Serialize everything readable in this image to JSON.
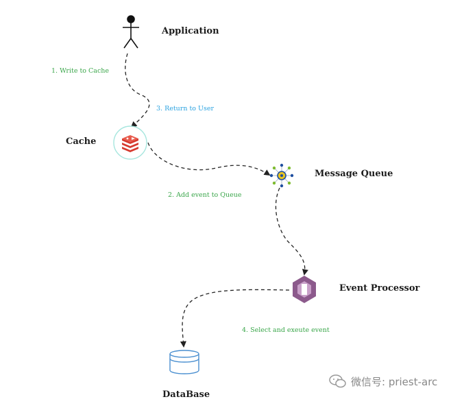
{
  "nodes": {
    "application": "Application",
    "cache": "Cache",
    "message_queue": "Message Queue",
    "event_processor": "Event Processor",
    "database": "DataBase"
  },
  "steps": {
    "write_cache": "1. Write to Cache",
    "return_user": "3. Return to User",
    "add_event": "2. Add event to Queue",
    "select_execute": "4. Select and exeute event"
  },
  "watermark": "微信号: priest-arc",
  "colors": {
    "step_green": "#3aa64a",
    "step_blue": "#2aa2e0",
    "redis_red": "#d63a2f",
    "cache_ring": "#9fe3dc",
    "processor_purple": "#8c5a8c",
    "db_blue": "#4a8fd0",
    "queue_blue": "#1f4fa0",
    "queue_green": "#7dbb2e",
    "queue_yellow": "#e8c320"
  }
}
